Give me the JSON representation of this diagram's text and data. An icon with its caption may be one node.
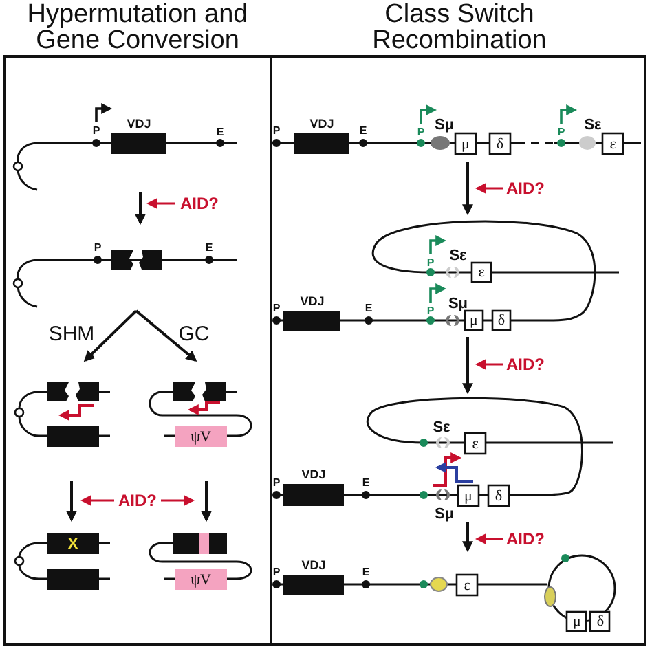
{
  "diagram": {
    "nodes": [
      {
        "text": [
          "Hypermutation and Gene Conversion"
        ]
      },
      {
        "text": [
          "Class Switch Recombination"
        ]
      },
      {
        "text": [
          "P",
          "VDJ",
          "E"
        ],
        "in": 0
      },
      {
        "text": [
          "P",
          "E"
        ],
        "in": 0
      },
      {
        "text": [],
        "shape": "picture",
        "in": 0
      },
      {
        "text": [
          "ψV"
        ],
        "in": 0
      },
      {
        "text": [
          "X"
        ],
        "in": 0
      },
      {
        "text": [
          "ψV"
        ],
        "in": 0
      },
      {
        "text": [
          "P",
          "VDJ",
          "E",
          "P",
          "Sμ",
          "μ",
          "δ",
          "P",
          "Sε",
          "ε"
        ],
        "in": 1
      },
      {
        "text": [
          "P",
          "Sε",
          "ε",
          "P",
          "VDJ",
          "E",
          "P",
          "Sμ",
          "μ",
          "δ"
        ],
        "in": 1
      },
      {
        "text": [
          "Sε",
          "ε",
          "P",
          "VDJ",
          "E",
          "μ",
          "δ",
          "Sμ"
        ],
        "in": 1
      },
      {
        "text": [
          "P",
          "VDJ",
          "E",
          "ε",
          "μ",
          "δ"
        ],
        "in": 1
      }
    ],
    "edges": [
      {
        "from": 2,
        "to": 3,
        "arrow": "to"
      },
      {
        "from": 3,
        "to": 4,
        "arrow": "to",
        "label": "SHM"
      },
      {
        "from": 3,
        "to": 5,
        "arrow": "to",
        "label": "GC"
      },
      {
        "from": 4,
        "to": 6,
        "arrow": "to"
      },
      {
        "from": 5,
        "to": 7,
        "arrow": "to"
      },
      {
        "from": 8,
        "to": 9,
        "arrow": "to"
      },
      {
        "from": 9,
        "to": 10,
        "arrow": "to"
      },
      {
        "from": 10,
        "to": 11,
        "arrow": "to"
      }
    ],
    "labels": [
      "AID?",
      "AID?",
      "AID?",
      "AID?",
      "AID?"
    ]
  }
}
